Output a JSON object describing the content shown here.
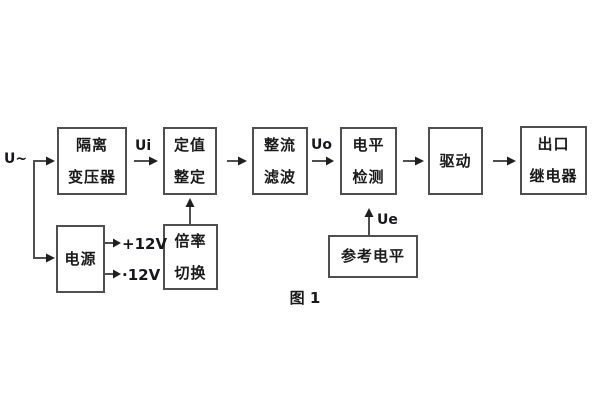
{
  "figure": {
    "caption": "图 1",
    "signal_labels": {
      "input": "U~",
      "ui": "Ui",
      "uo": "Uo",
      "ue": "Ue",
      "rail_pos": "+12V",
      "rail_neg": "·12V"
    },
    "blocks": {
      "isolation_transformer": {
        "line1": "隔离",
        "line2": "变压器"
      },
      "value_setting": {
        "line1": "定值",
        "line2": "整定"
      },
      "rectify_filter": {
        "line1": "整流",
        "line2": "滤波"
      },
      "level_detect": {
        "line1": "电平",
        "line2": "检测"
      },
      "drive": {
        "label": "驱动"
      },
      "output_relay": {
        "line1": "出口",
        "line2": "继电器"
      },
      "power": {
        "label": "电源"
      },
      "ratio_switch": {
        "line1": "倍率",
        "line2": "切换"
      },
      "reference_level": {
        "label": "参考电平"
      }
    },
    "colors": {
      "line": "#4f4f4f",
      "arrowhead": "#1f1f1f",
      "text": "#1a1a1a",
      "background": "#ffffff"
    }
  }
}
